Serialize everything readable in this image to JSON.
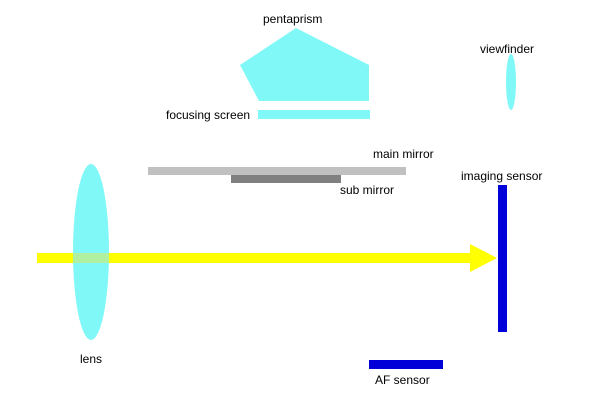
{
  "labels": {
    "pentaprism": "pentaprism",
    "viewfinder": "viewfinder",
    "focusing_screen": "focusing screen",
    "main_mirror": "main mirror",
    "sub_mirror": "sub mirror",
    "imaging_sensor": "imaging sensor",
    "lens": "lens",
    "af_sensor": "AF sensor"
  },
  "colors": {
    "optics_cyan": "#80f8f8",
    "main_mirror_gray": "#c0c0c0",
    "sub_mirror_gray": "#808080",
    "sensor_blue": "#0000d8",
    "light_ray_yellow": "#ffff00",
    "lens_overlap": "#b0f0a0",
    "text": "#000000"
  }
}
